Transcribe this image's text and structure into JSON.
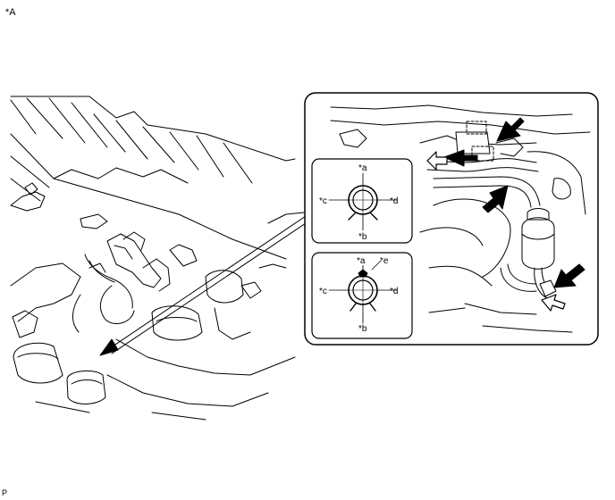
{
  "figure": {
    "view_label": "*A",
    "footer_code": "P"
  },
  "insets": [
    {
      "name": "clamp-view-1",
      "labels": {
        "a": "*a",
        "b": "*b",
        "c": "*c",
        "d": "*d"
      }
    },
    {
      "name": "clamp-view-2",
      "labels": {
        "a": "*a",
        "b": "*b",
        "c": "*c",
        "d": "*d",
        "e": "*e"
      }
    }
  ],
  "style": {
    "line_color": "#000000",
    "background": "#ffffff"
  }
}
